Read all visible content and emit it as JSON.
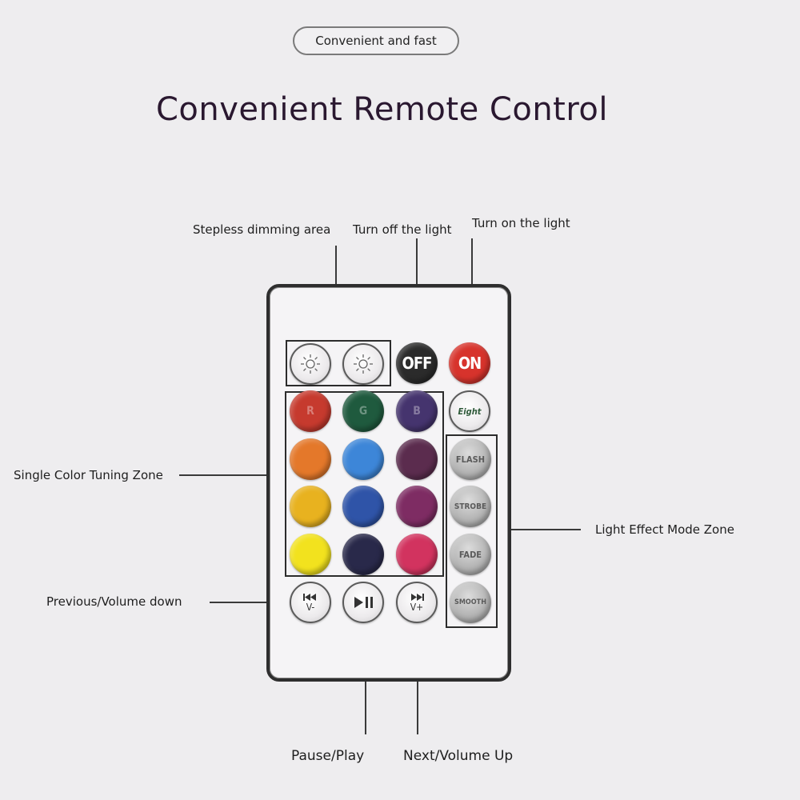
{
  "header": {
    "pill_label": "Convenient and fast",
    "title": "Convenient Remote Control"
  },
  "annotations": {
    "stepless_dimming": "Stepless dimming area",
    "turn_off": "Turn off the light",
    "turn_on": "Turn on the light",
    "single_color": "Single Color Tuning Zone",
    "light_effect": "Light Effect Mode Zone",
    "previous_volume": "Previous/Volume down",
    "pause_play": "Pause/Play",
    "next_volume": "Next/Volume Up"
  },
  "remote": {
    "off_label": "OFF",
    "on_label": "ON",
    "eight_label": "Eight",
    "color_letters": {
      "r": "R",
      "g": "G",
      "b": "B"
    },
    "modes": [
      "FLASH",
      "STROBE",
      "FADE",
      "SMOOTH"
    ],
    "prev_label": "V-",
    "next_label": "V+",
    "colors": {
      "off": "#2b2b2b",
      "on": "#d7332c",
      "r": "#c63a2e",
      "g": "#1f5a3e",
      "b": "#45346e",
      "row2": [
        "#e4782a",
        "#3d86d8",
        "#5b2c4e"
      ],
      "row3": [
        "#e8b21f",
        "#2f54a8",
        "#7e2c63"
      ],
      "row4": [
        "#f2e21e",
        "#29294a",
        "#d2335f"
      ]
    }
  }
}
